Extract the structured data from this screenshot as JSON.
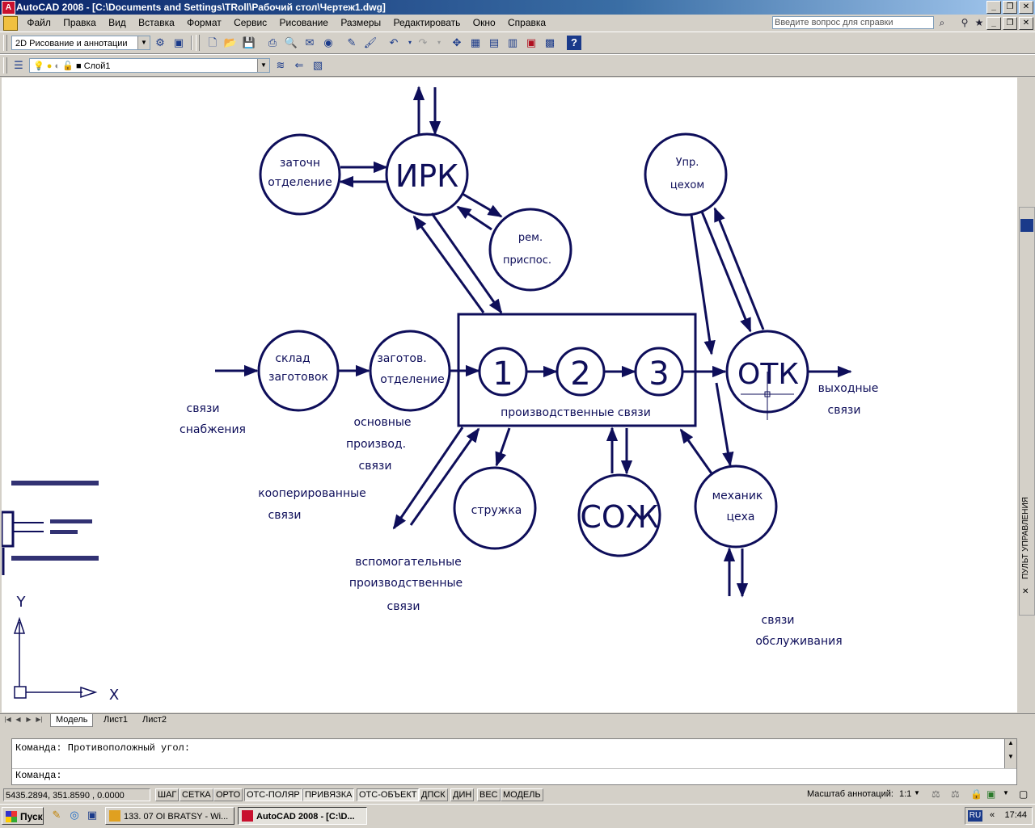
{
  "window": {
    "title": "AutoCAD 2008 - [C:\\Documents and Settings\\TRoll\\Рабочий стол\\Чертеж1.dwg]",
    "app_icon_letter": "A"
  },
  "menu": {
    "items": [
      "Файл",
      "Правка",
      "Вид",
      "Вставка",
      "Формат",
      "Сервис",
      "Рисование",
      "Размеры",
      "Редактировать",
      "Окно",
      "Справка"
    ],
    "help_placeholder": "Введите вопрос для справки"
  },
  "toolbar": {
    "workspace": "2D Рисование и аннотации",
    "layer": "Слой1"
  },
  "drawing": {
    "nodes": {
      "irk": "ИРК",
      "zatoch_1": "заточн",
      "zatoch_2": "отделение",
      "rem_1": "рем.",
      "rem_2": "приспос.",
      "upr_1": "Упр.",
      "upr_2": "цехом",
      "sklad_1": "склад",
      "sklad_2": "заготовок",
      "zagot_1": "заготов.",
      "zagot_2": "отделение",
      "n1": "1",
      "n2": "2",
      "n3": "3",
      "otk": "ОТК",
      "struzhka": "стружка",
      "sozh": "СОЖ",
      "mekh_1": "механик",
      "mekh_2": "цеха"
    },
    "labels": {
      "prod_links": "производственные связи",
      "supply_1": "связи",
      "supply_2": "снабжения",
      "main_1": "основные",
      "main_2": "производ.",
      "main_3": "связи",
      "coop_1": "кооперированные",
      "coop_2": "связи",
      "aux_1": "вспомогательные",
      "aux_2": "производственные",
      "aux_3": "связи",
      "out_1": "выходные",
      "out_2": "связи",
      "serv_1": "связи",
      "serv_2": "обслуживания"
    },
    "ucs_y": "Y",
    "ucs_x": "X"
  },
  "side_panel": {
    "title": "ПУЛЬТ УПРАВЛЕНИЯ"
  },
  "layout_tabs": [
    "Модель",
    "Лист1",
    "Лист2"
  ],
  "command": {
    "history": "Команда: Противоположный угол:",
    "prompt": "Команда:"
  },
  "status": {
    "coords": "5435.2894, 351.8590 , 0.0000",
    "toggles": [
      "ШАГ",
      "СЕТКА",
      "ОРТО",
      "ОТС-ПОЛЯР",
      "ПРИВЯЗКА",
      "ОТС-ОБЪЕКТ",
      "ДПСК",
      "ДИН",
      "ВЕС",
      "МОДЕЛЬ"
    ],
    "annotation_label": "Масштаб аннотаций:",
    "annotation_value": "1:1"
  },
  "taskbar": {
    "start": "Пуск",
    "tasks": [
      "133. 07 OI BRATSY - Wi...",
      "AutoCAD 2008 - [C:\\D..."
    ],
    "lang": "RU",
    "clock": "17:44"
  }
}
